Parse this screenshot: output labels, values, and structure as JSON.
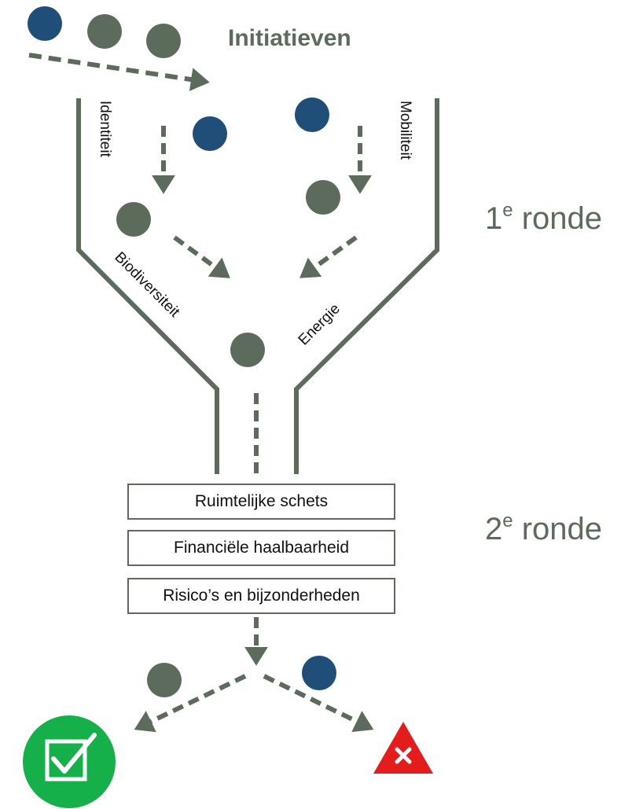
{
  "title": "Initiatieven",
  "themes": {
    "identiteit": "Identiteit",
    "mobiliteit": "Mobiliteit",
    "biodiversiteit": "Biodiversiteit",
    "energie": "Energie"
  },
  "rounds": [
    {
      "base": "1",
      "sup": "e",
      "rest": " ronde"
    },
    {
      "base": "2",
      "sup": "e",
      "rest": " ronde"
    }
  ],
  "criteria": [
    "Ruimtelijke schets",
    "Financiële haalbaarheid",
    "Risico’s en bijzonderheden"
  ],
  "outcomes": {
    "accepted_icon": "checkbox-check-icon",
    "rejected_icon": "warning-cross-icon"
  },
  "colors": {
    "gray": "#5d6b5d",
    "blue": "#1f4e79",
    "accept": "#15b04a",
    "reject": "#e51c1c",
    "round_text": "#5d6b5d"
  }
}
